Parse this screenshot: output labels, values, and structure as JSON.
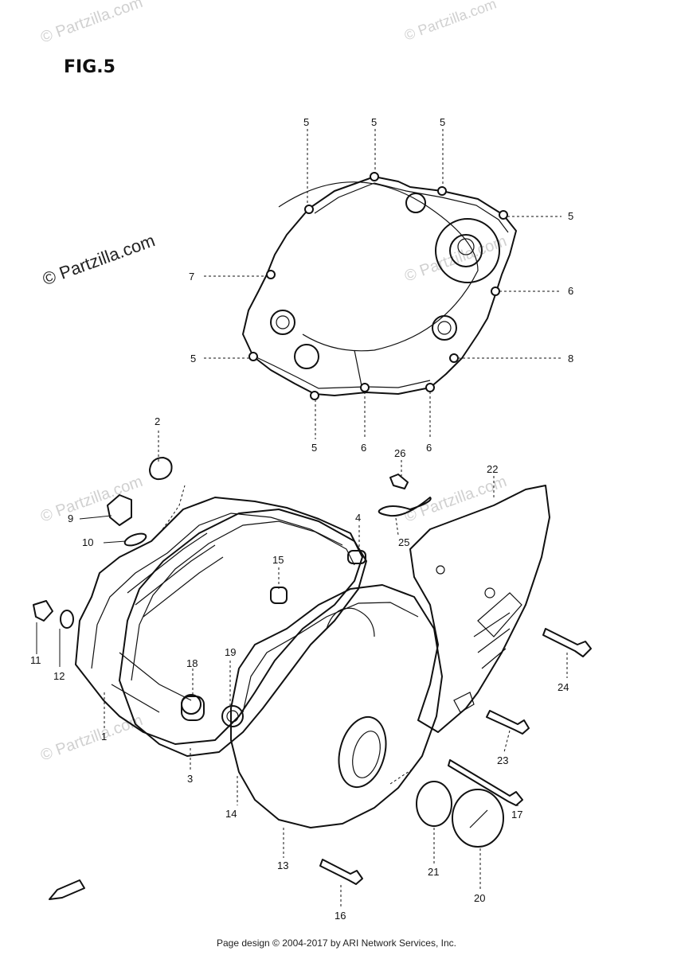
{
  "figure": {
    "title": "FIG.5"
  },
  "watermarks": [
    "© Partzilla.com",
    "© Partzilla.com",
    "© Partzilla.com",
    "© Partzilla.com",
    "© Partzilla.com",
    "© Partzilla.com",
    "© Partzilla.com"
  ],
  "footer": {
    "text": "Page design © 2004-2017 by ARI Network Services, Inc."
  },
  "callouts": [
    "5",
    "5",
    "5",
    "5",
    "7",
    "6",
    "5",
    "8",
    "5",
    "6",
    "6",
    "2",
    "26",
    "22",
    "9",
    "10",
    "4",
    "25",
    "15",
    "11",
    "12",
    "18",
    "19",
    "24",
    "1",
    "23",
    "3",
    "14",
    "17",
    "13",
    "21",
    "20",
    "16"
  ],
  "badge": {
    "text": "FWD"
  }
}
